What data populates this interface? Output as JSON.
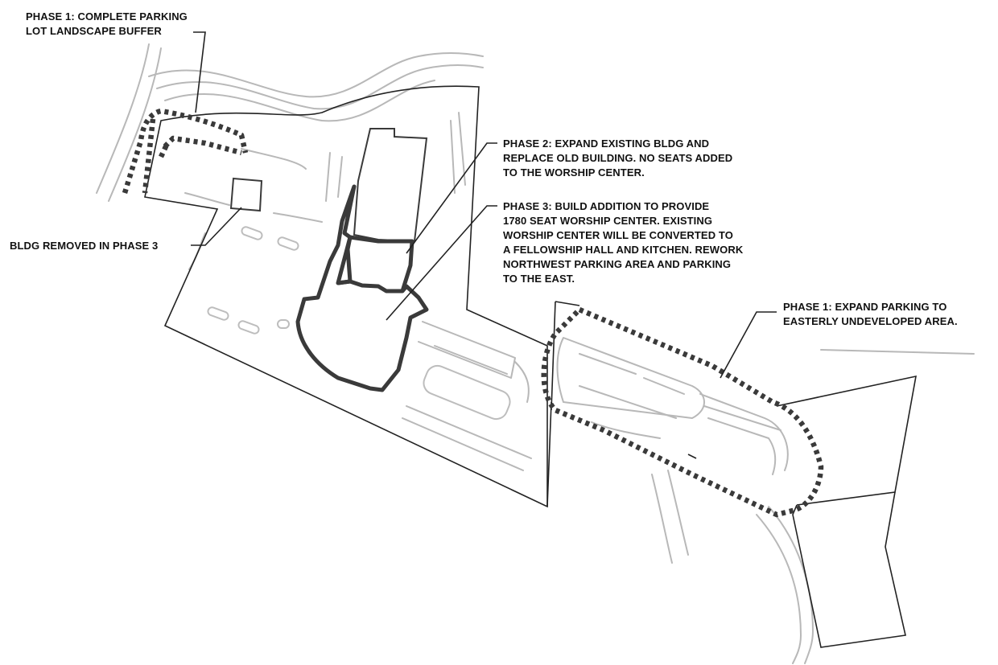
{
  "labels": {
    "phase1_buffer": "PHASE 1: COMPLETE PARKING\nLOT LANDSCAPE BUFFER",
    "bldg_removed": "BLDG REMOVED IN PHASE 3",
    "phase2": "PHASE 2: EXPAND EXISTING BLDG AND\nREPLACE OLD BUILDING. NO SEATS ADDED\nTO THE WORSHIP CENTER.",
    "phase3": "PHASE 3: BUILD ADDITION TO PROVIDE\n1780 SEAT WORSHIP CENTER. EXISTING\nWORSHIP CENTER WILL BE CONVERTED TO\nA FELLOWSHIP HALL AND KITCHEN. REWORK\nNORTHWEST PARKING AREA AND PARKING\nTO THE EAST.",
    "phase1_east": "PHASE 1: EXPAND PARKING TO\nEASTERLY UNDEVELOPED AREA."
  },
  "colors": {
    "linework": "#222222",
    "faint_base": "#b8b8b8",
    "phase_outline": "#3a3a3a"
  }
}
